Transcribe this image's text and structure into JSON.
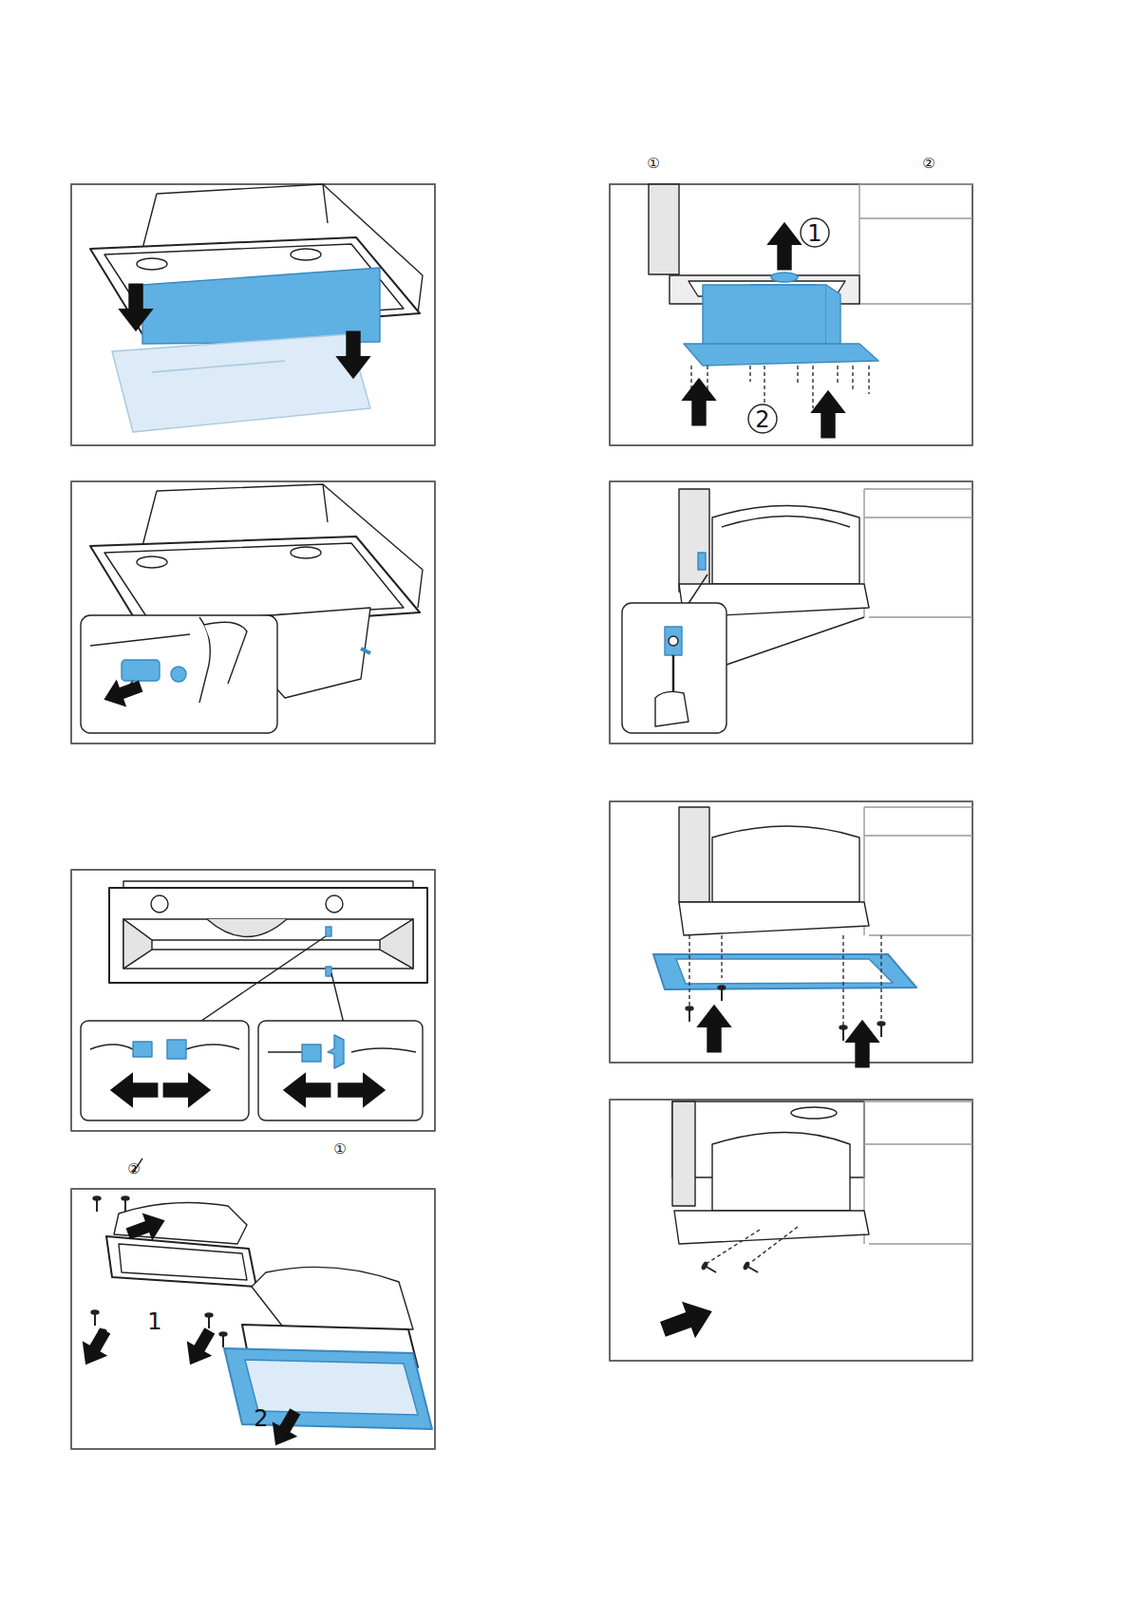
{
  "diagram": {
    "labels": [
      "①",
      "②",
      "1",
      "2",
      "①",
      "②",
      "1",
      "2"
    ]
  }
}
